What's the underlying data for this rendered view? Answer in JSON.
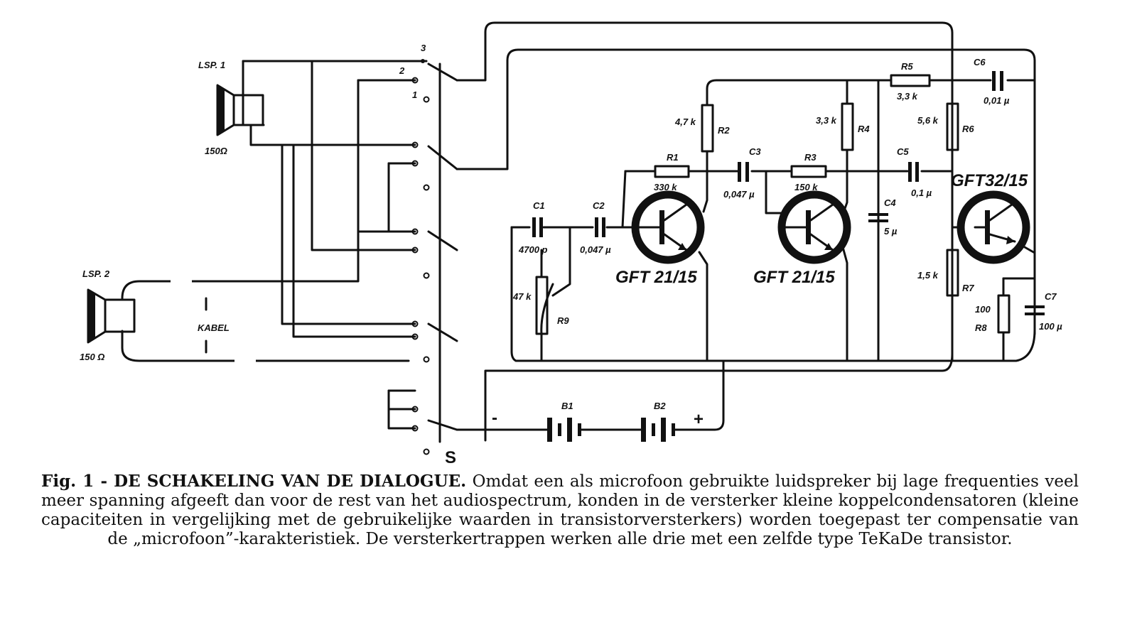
{
  "speakers": {
    "lsp1": {
      "label": "LSP. 1",
      "impedance": "150Ω"
    },
    "lsp2": {
      "label": "LSP. 2",
      "impedance": "150 Ω"
    },
    "cable_label": "KABEL"
  },
  "switch": {
    "label": "S",
    "positions": [
      "3",
      "2",
      "1"
    ]
  },
  "components": {
    "R1": {
      "name": "R1",
      "value": "330 k"
    },
    "R2": {
      "name": "R2",
      "value": "4,7 k"
    },
    "R3": {
      "name": "R3",
      "value": "150 k"
    },
    "R4": {
      "name": "R4",
      "value": "3,3 k"
    },
    "R5": {
      "name": "R5",
      "value": "3,3 k"
    },
    "R6": {
      "name": "R6",
      "value": "5,6 k"
    },
    "R7": {
      "name": "R7",
      "value": "1,5 k"
    },
    "R8": {
      "name": "R8",
      "value": "100"
    },
    "R9": {
      "name": "R9",
      "value": "47 k"
    },
    "C1": {
      "name": "C1",
      "value": "4700 p"
    },
    "C2": {
      "name": "C2",
      "value": "0,047 µ"
    },
    "C3": {
      "name": "C3",
      "value": "0,047 µ"
    },
    "C4": {
      "name": "C4",
      "value": "5 µ"
    },
    "C5": {
      "name": "C5",
      "value": "0,1 µ"
    },
    "C6": {
      "name": "C6",
      "value": "0,01 µ"
    },
    "C7": {
      "name": "C7",
      "value": "100 µ"
    },
    "B1": {
      "name": "B1"
    },
    "B2": {
      "name": "B2"
    }
  },
  "transistors": {
    "t1": "GFT 21/15",
    "t2": "GFT 21/15",
    "t3": "GFT32/15"
  },
  "battery_signs": {
    "minus": "-",
    "plus": "+"
  },
  "caption": {
    "heading": "Fig. 1 - DE SCHAKELING VAN DE DIALOGUE.",
    "body": "Omdat een als microfoon gebruikte luidspreker bij lage frequenties veel meer spanning afgeeft dan voor de rest van het audiospectrum, konden in de versterker kleine koppelcondensatoren (kleine capaciteiten in vergelijking met de gebruikelijke waarden in transistorversterkers) worden toegepast ter compensatie van de „microfoon”-karakteristiek. De versterkertrappen werken alle drie met een zelfde type TeKaDe transistor."
  }
}
